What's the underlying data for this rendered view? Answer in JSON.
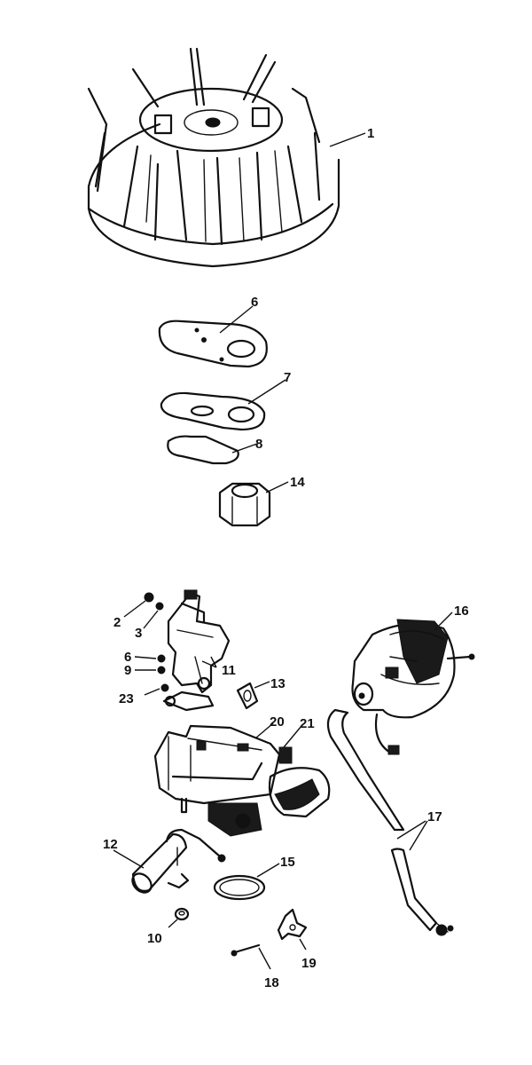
{
  "callouts": {
    "c1": "1",
    "c6": "6",
    "c7": "7",
    "c8": "8",
    "c14": "14",
    "c2": "2",
    "c3": "3",
    "c6b": "6",
    "c9": "9",
    "c23": "23",
    "c11": "11",
    "c13": "13",
    "c16": "16",
    "c20": "20",
    "c21": "21",
    "c17": "17",
    "c12": "12",
    "c15": "15",
    "c10": "10",
    "c19": "19",
    "c18": "18"
  }
}
